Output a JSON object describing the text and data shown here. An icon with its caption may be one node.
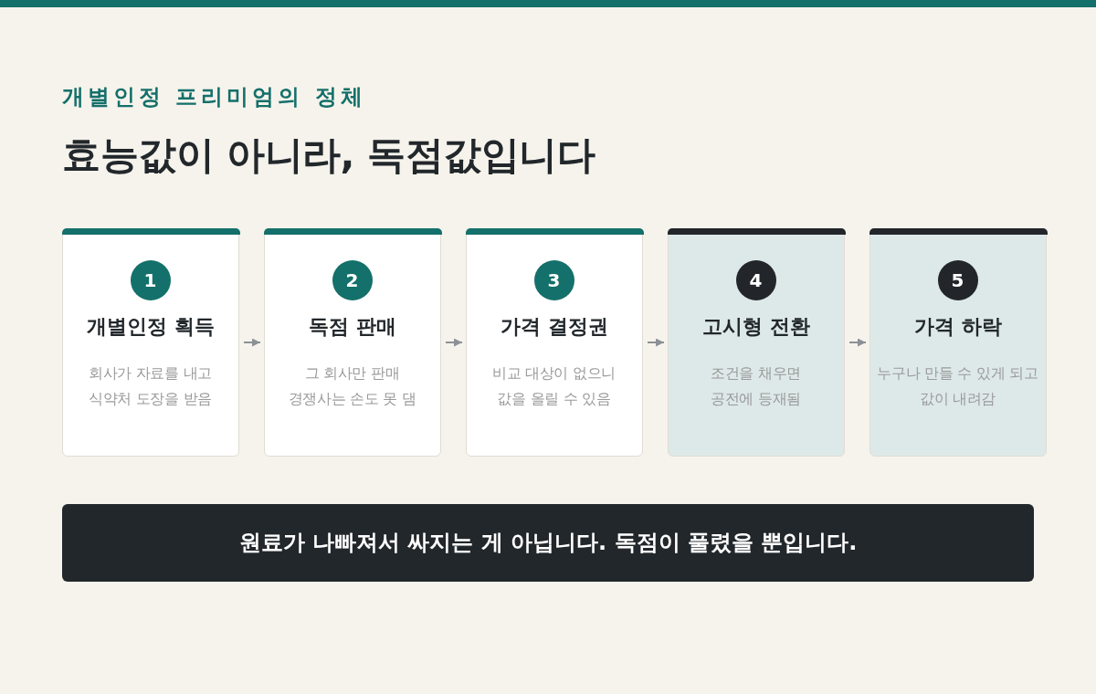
{
  "diagram": {
    "title": "효능값이 아니라, 독점값입니다",
    "nodes": [
      {
        "text": [
          "개별인정 획득",
          "회사가 자료를 내고 식약처 도장을 받음"
        ]
      },
      {
        "text": [
          "1"
        ],
        "in": 0
      },
      {
        "text": [
          "독점 판매",
          "그 회사만 판매 경쟁사는 손도 못 댐"
        ]
      },
      {
        "text": [
          "2"
        ],
        "in": 2
      },
      {
        "text": [
          "가격 결정권",
          "비교 대상이 없으니 값을 올릴 수 있음"
        ]
      },
      {
        "text": [
          "3"
        ],
        "in": 4
      },
      {
        "text": [
          "고시형 전환",
          "조건을 채우면 공전에 등재됨"
        ]
      },
      {
        "text": [
          "4"
        ],
        "in": 6
      },
      {
        "text": [
          "가격 하락",
          "누구나 만들 수 있게 되고 값이 내려감"
        ]
      },
      {
        "text": [
          "5"
        ],
        "in": 8
      },
      {
        "text": [
          "원료가 나빠져서 싸지는 게 아닙니다. 독점이 풀렸을 뿐입니다."
        ]
      }
    ],
    "edges": [
      {
        "from": 0,
        "to": 2,
        "arrow": "to"
      },
      {
        "from": 2,
        "to": 4,
        "arrow": "to"
      },
      {
        "from": 4,
        "to": 6,
        "arrow": "to"
      },
      {
        "from": 6,
        "to": 8,
        "arrow": "to"
      }
    ],
    "labels": [
      "개별인정 프리미엄의 정체"
    ]
  }
}
